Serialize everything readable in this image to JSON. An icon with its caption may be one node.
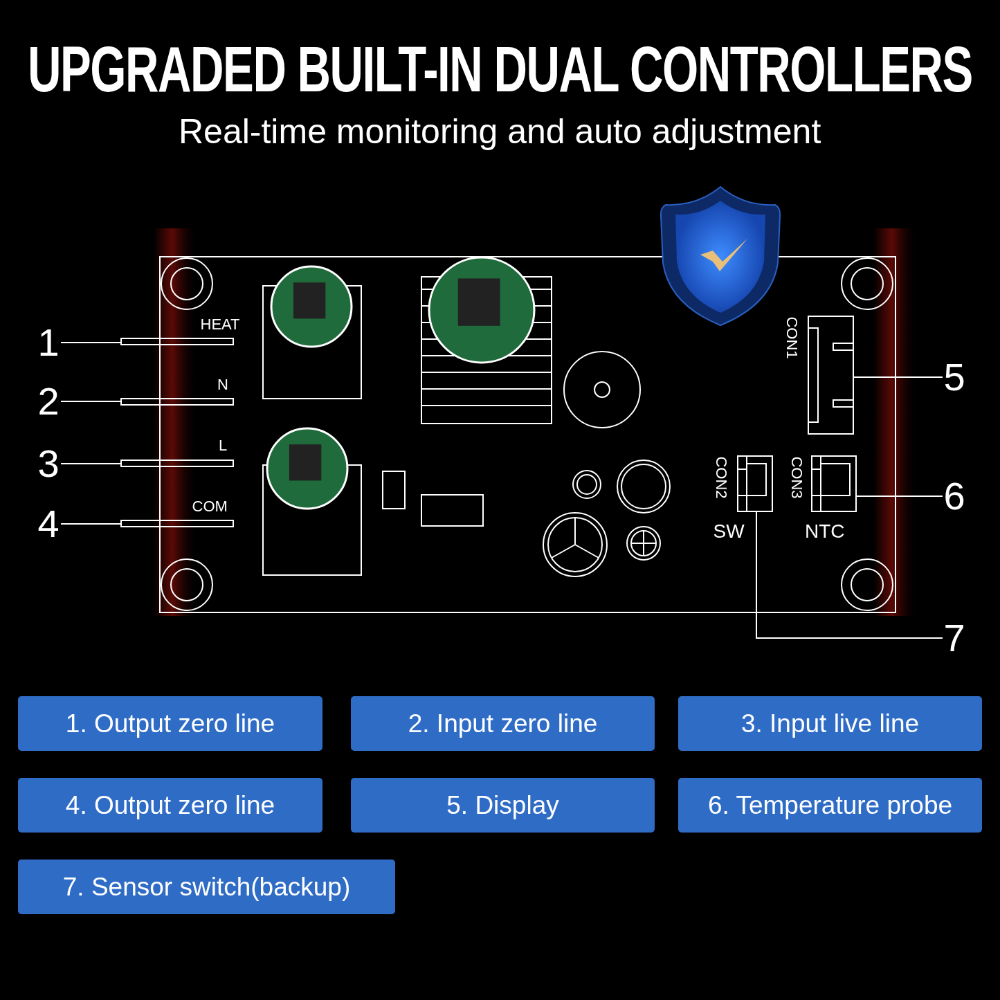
{
  "diagram": {
    "title": "UPGRADED BUILT-IN DUAL CONTROLLERS",
    "nodes": [
      {
        "text": [
          "1"
        ]
      },
      {
        "text": [
          "2"
        ]
      },
      {
        "text": [
          "3"
        ]
      },
      {
        "text": [
          "4"
        ]
      },
      {
        "text": [
          "5"
        ]
      },
      {
        "text": [
          "6"
        ]
      },
      {
        "text": [
          "7"
        ]
      },
      {
        "text": [],
        "shape": "bar"
      },
      {
        "text": [],
        "shape": "bar"
      },
      {
        "text": [],
        "shape": "bar"
      },
      {
        "text": [],
        "shape": "bar"
      },
      {
        "text": [],
        "shape": "box",
        "beside": [
          "CON1"
        ]
      },
      {
        "text": [],
        "shape": "box",
        "beside": [
          "CON2",
          "SW"
        ]
      },
      {
        "text": [],
        "shape": "box",
        "beside": [
          "CON3",
          "NTC"
        ]
      },
      {
        "text": [
          "1. Output zero line"
        ]
      },
      {
        "text": [
          "2. Input zero line"
        ]
      },
      {
        "text": [
          "3. Input live line"
        ]
      },
      {
        "text": [
          "4. Output zero line"
        ]
      },
      {
        "text": [
          "5. Display"
        ]
      },
      {
        "text": [
          "6. Temperature probe"
        ]
      },
      {
        "text": [
          "7. Sensor switch(backup)"
        ]
      }
    ],
    "edges": [
      {
        "from": 0,
        "to": 7,
        "arrow": "none"
      },
      {
        "from": 1,
        "to": 8,
        "arrow": "none"
      },
      {
        "from": 2,
        "to": 9,
        "arrow": "none"
      },
      {
        "from": 3,
        "to": 10,
        "arrow": "none"
      },
      {
        "from": 4,
        "to": 11,
        "arrow": "none"
      },
      {
        "from": 5,
        "to": 13,
        "arrow": "none"
      },
      {
        "from": 6,
        "to": 12,
        "arrow": "none"
      }
    ],
    "labels": [
      "Real-time monitoring and auto adjustment",
      "HEAT",
      "N",
      "L",
      "COM"
    ]
  }
}
